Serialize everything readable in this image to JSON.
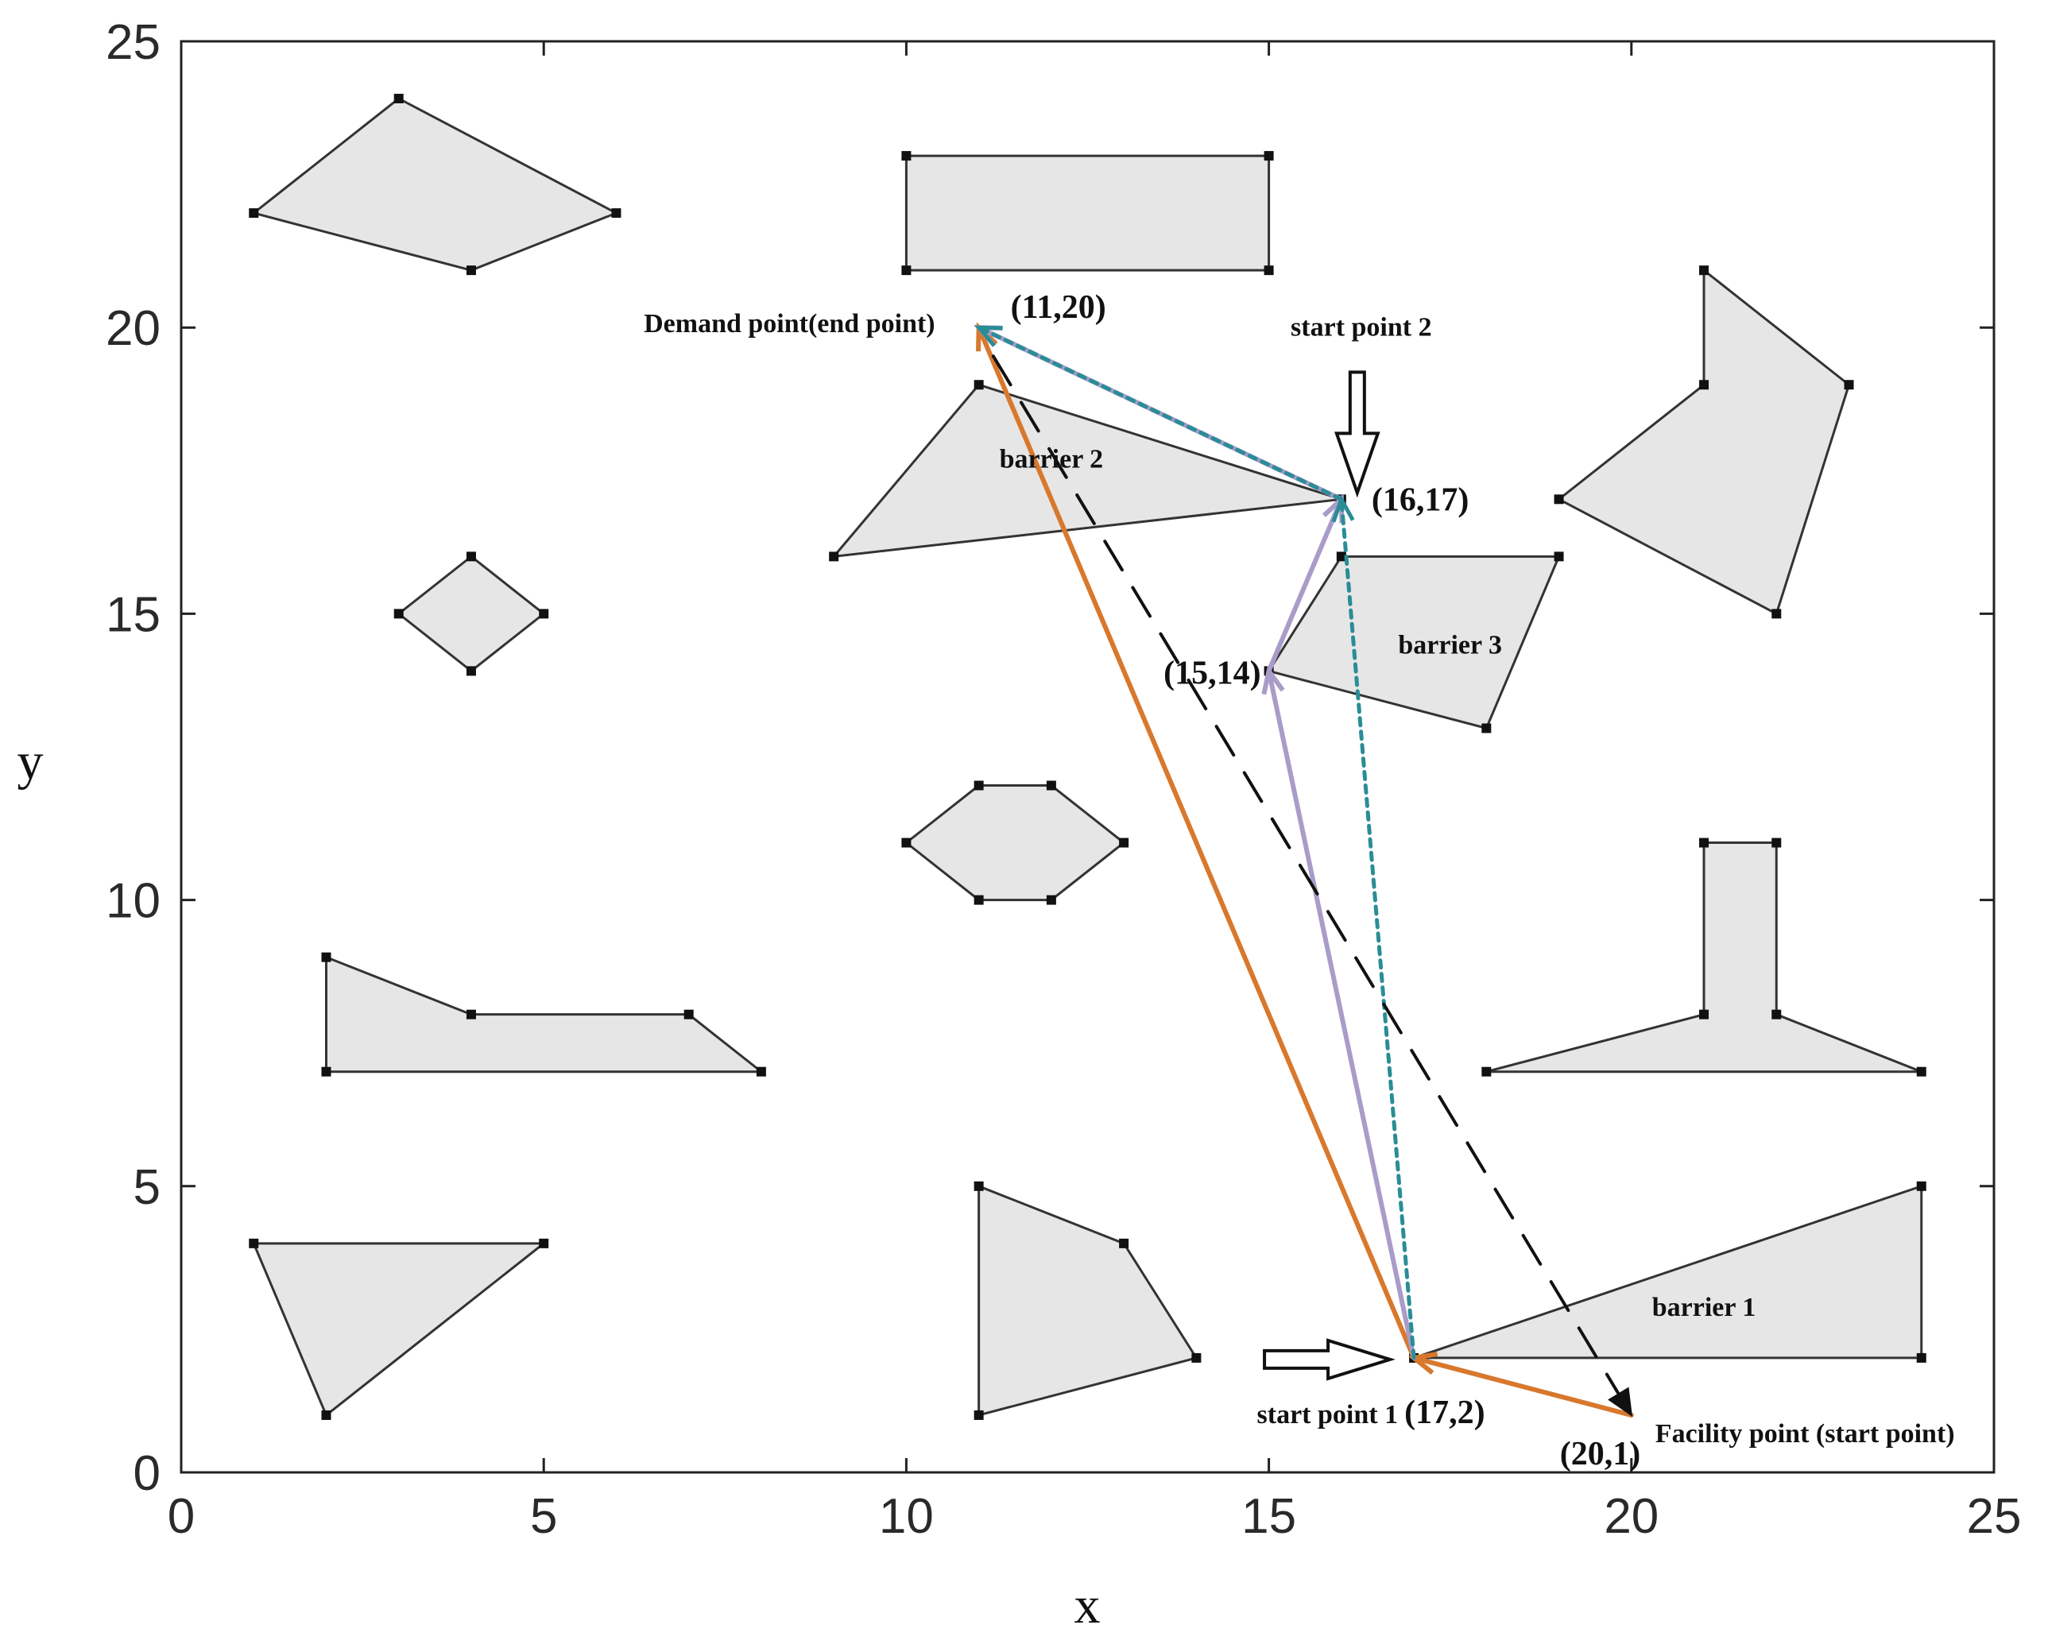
{
  "chart_data": {
    "type": "scatter",
    "title": "",
    "xlabel": "x",
    "ylabel": "y",
    "xlim": [
      0,
      25
    ],
    "ylim": [
      0,
      25
    ],
    "xticks": [
      0,
      5,
      10,
      15,
      20,
      25
    ],
    "yticks": [
      0,
      5,
      10,
      15,
      20,
      25
    ],
    "grid": false,
    "colors": {
      "obstacle_fill": "#e6e6e6",
      "obstacle_edge": "#333333",
      "route_orange": "#d8782d",
      "route_purple": "#a99cc9",
      "route_teal": "#2a8d96",
      "route_dashed": "#111111"
    },
    "obstacles": [
      {
        "points": [
          [
            1,
            22
          ],
          [
            3,
            24
          ],
          [
            6,
            22
          ],
          [
            4,
            21
          ]
        ]
      },
      {
        "points": [
          [
            10,
            23
          ],
          [
            15,
            23
          ],
          [
            15,
            21
          ],
          [
            10,
            21
          ]
        ]
      },
      {
        "points": [
          [
            4,
            16
          ],
          [
            5,
            15
          ],
          [
            4,
            14
          ],
          [
            3,
            15
          ]
        ]
      },
      {
        "label": "barrier 2",
        "points": [
          [
            11,
            19
          ],
          [
            16,
            17
          ],
          [
            9,
            16
          ]
        ]
      },
      {
        "points": [
          [
            21,
            21
          ],
          [
            23,
            19
          ],
          [
            22,
            15
          ],
          [
            19,
            17
          ],
          [
            21,
            19
          ]
        ]
      },
      {
        "label": "barrier 3",
        "points": [
          [
            16,
            16
          ],
          [
            19,
            16
          ],
          [
            18,
            13
          ],
          [
            15,
            14
          ]
        ]
      },
      {
        "points": [
          [
            10,
            11
          ],
          [
            11,
            12
          ],
          [
            12,
            12
          ],
          [
            13,
            11
          ],
          [
            12,
            10
          ],
          [
            11,
            10
          ]
        ]
      },
      {
        "points": [
          [
            2,
            9
          ],
          [
            4,
            8
          ],
          [
            7,
            8
          ],
          [
            8,
            7
          ],
          [
            2,
            7
          ]
        ]
      },
      {
        "points": [
          [
            21,
            11
          ],
          [
            22,
            11
          ],
          [
            22,
            8
          ],
          [
            24,
            7
          ],
          [
            18,
            7
          ],
          [
            21,
            8
          ]
        ]
      },
      {
        "points": [
          [
            1,
            4
          ],
          [
            5,
            4
          ],
          [
            2,
            1
          ]
        ]
      },
      {
        "points": [
          [
            11,
            5
          ],
          [
            13,
            4
          ],
          [
            14,
            2
          ],
          [
            11,
            1
          ]
        ]
      },
      {
        "label": "barrier 1",
        "points": [
          [
            17,
            2
          ],
          [
            24,
            5
          ],
          [
            24,
            2
          ]
        ]
      }
    ],
    "series": [
      {
        "style": "solid-orange",
        "points": [
          [
            20,
            1
          ],
          [
            17,
            2
          ],
          [
            11,
            20
          ]
        ]
      },
      {
        "style": "solid-purple",
        "points": [
          [
            17,
            2
          ],
          [
            15,
            14
          ],
          [
            16,
            17
          ],
          [
            11,
            20
          ]
        ]
      },
      {
        "style": "dotted-teal",
        "points": [
          [
            17,
            2
          ],
          [
            16,
            17
          ],
          [
            11,
            20
          ]
        ]
      },
      {
        "style": "dashed-black",
        "points": [
          [
            11.2,
            19.5
          ],
          [
            20,
            1
          ]
        ]
      }
    ],
    "annotations": [
      {
        "text": "(11,20)",
        "x": 11,
        "y": 20
      },
      {
        "text": "Demand point(end point)",
        "x": 11,
        "y": 20
      },
      {
        "text": "start point 2",
        "x": 16,
        "y": 17
      },
      {
        "text": "(16,17)",
        "x": 16,
        "y": 17
      },
      {
        "text": "barrier 2",
        "x": 12,
        "y": 17.5
      },
      {
        "text": "barrier 3",
        "x": 17.5,
        "y": 14.5
      },
      {
        "text": "(15,14)",
        "x": 15,
        "y": 14
      },
      {
        "text": "barrier 1",
        "x": 21,
        "y": 2.9
      },
      {
        "text": "start point 1",
        "x": 17,
        "y": 2
      },
      {
        "text": "(17,2)",
        "x": 17,
        "y": 2
      },
      {
        "text": "(20,1)",
        "x": 20,
        "y": 1
      },
      {
        "text": "Facility point  (start point)",
        "x": 20,
        "y": 1
      }
    ]
  }
}
